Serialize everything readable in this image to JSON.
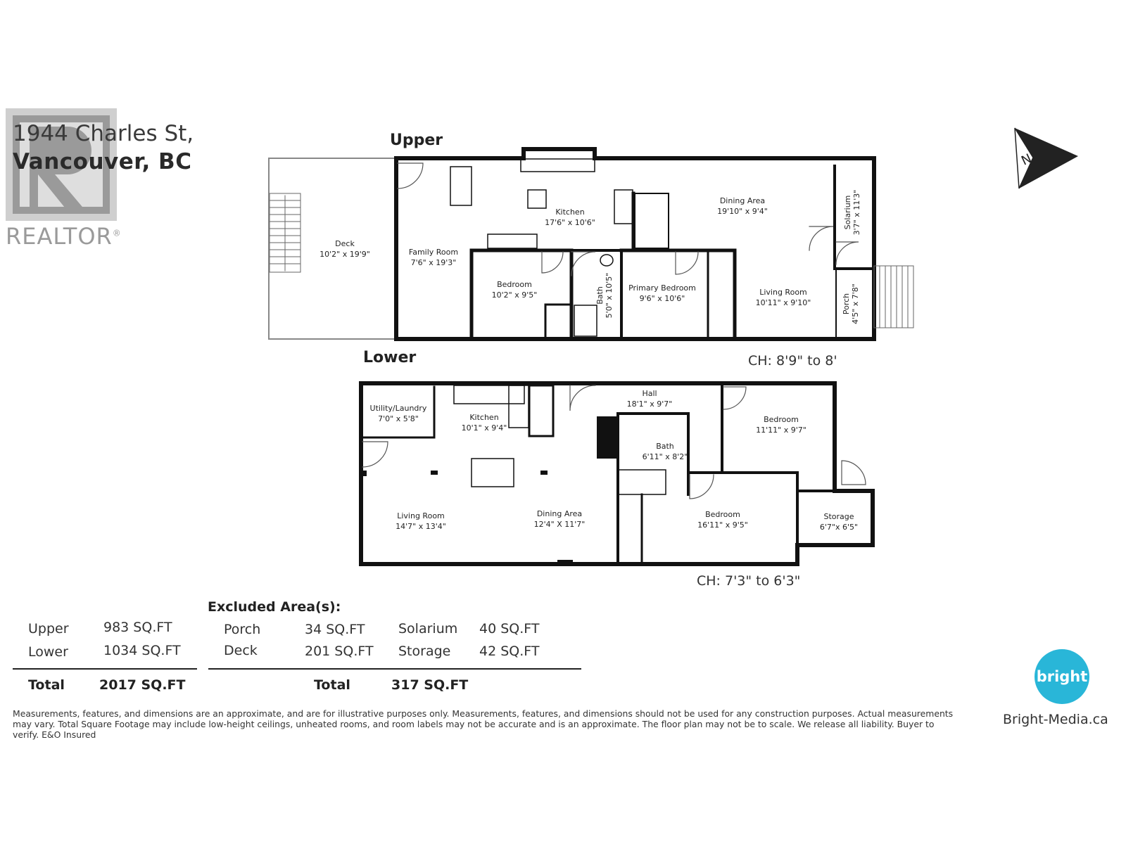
{
  "address": {
    "line1": "1944 Charles St,",
    "line2": "Vancouver, BC"
  },
  "logo": {
    "realtor_text": "REALTOR",
    "realtor_mark": "®",
    "letter": "R",
    "bright_text": "bright",
    "bright_url": "Bright-Media.ca"
  },
  "compass": {
    "label": "N"
  },
  "upper": {
    "title": "Upper",
    "ceiling": "CH: 8'9\" to 8'",
    "rooms": [
      {
        "name": "Deck",
        "dim": "10'2\" x 19'9\""
      },
      {
        "name": "Family Room",
        "dim": "7'6\" x 19'3\""
      },
      {
        "name": "Kitchen",
        "dim": "17'6\" x 10'6\""
      },
      {
        "name": "Dining Area",
        "dim": "19'10\" x 9'4\""
      },
      {
        "name": "Bedroom",
        "dim": "10'2\" x 9'5\""
      },
      {
        "name": "Primary Bedroom",
        "dim": "9'6\" x 10'6\""
      },
      {
        "name": "Living Room",
        "dim": "10'11\" x 9'10\""
      },
      {
        "name": "Bath",
        "dim": "5'0\" x 10'5\""
      },
      {
        "name": "Solarium",
        "dim": "3'7\" x 11'3\""
      },
      {
        "name": "Porch",
        "dim": "4'5\" x 7'8\""
      }
    ]
  },
  "lower": {
    "title": "Lower",
    "ceiling": "CH: 7'3\" to 6'3\"",
    "rooms": [
      {
        "name": "Utility/Laundry",
        "dim": "7'0\" x 5'8\""
      },
      {
        "name": "Kitchen",
        "dim": "10'1\" x 9'4\""
      },
      {
        "name": "Hall",
        "dim": "18'1\" x 9'7\""
      },
      {
        "name": "Bedroom",
        "dim": "11'11\" x 9'7\""
      },
      {
        "name": "Bath",
        "dim": "6'11\" x 8'2\""
      },
      {
        "name": "Living Room",
        "dim": "14'7\" x 13'4\""
      },
      {
        "name": "Dining Area",
        "dim": "12'4\" X 11'7\""
      },
      {
        "name": "Bedroom",
        "dim": "16'11\" x 9'5\""
      },
      {
        "name": "Storage",
        "dim": "6'7\"x 6'5\""
      }
    ]
  },
  "area_table": {
    "rows": [
      {
        "label": "Upper",
        "value": "983 SQ.FT"
      },
      {
        "label": "Lower",
        "value": "1034 SQ.FT"
      }
    ],
    "total_label": "Total",
    "total_value": "2017 SQ.FT"
  },
  "excluded_table": {
    "title": "Excluded Area(s):",
    "rows": [
      {
        "label1": "Porch",
        "value1": "34 SQ.FT",
        "label2": "Solarium",
        "value2": "40 SQ.FT"
      },
      {
        "label1": "Deck",
        "value1": "201 SQ.FT",
        "label2": "Storage",
        "value2": "42 SQ.FT"
      }
    ],
    "total_label": "Total",
    "total_value": "317 SQ.FT"
  },
  "disclaimer": "Measurements, features, and dimensions are an approximate, and are for illustrative purposes only. Measurements, features, and dimensions should not be used for any construction purposes. Actual measurements may vary. Total Square Footage may include low-height ceilings, unheated rooms, and room labels may not be accurate and is an approximate. The floor plan may not be to scale. We release all liability. Buyer to verify. E&O Insured"
}
